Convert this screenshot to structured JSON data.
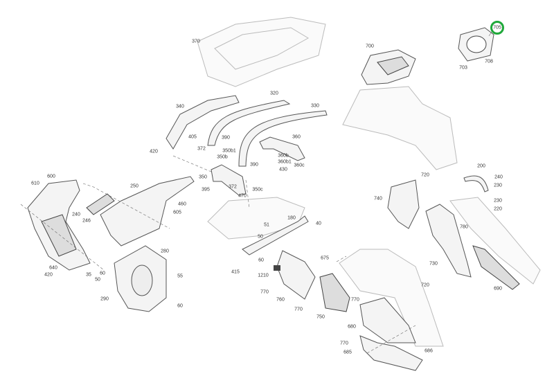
{
  "diagram": {
    "highlighted_part": "705",
    "highlight_color": "#1fa83a",
    "callouts": [
      "370",
      "700",
      "705",
      "703",
      "708",
      "340",
      "320",
      "330",
      "405",
      "390",
      "360",
      "420",
      "372",
      "350b1",
      "350b",
      "360b",
      "360b1",
      "360c",
      "390",
      "430",
      "350",
      "395",
      "372",
      "350c",
      "470",
      "610",
      "600",
      "250",
      "240",
      "246",
      "460",
      "605",
      "280",
      "640",
      "420",
      "35",
      "60",
      "50",
      "55",
      "290",
      "60",
      "720",
      "200",
      "240",
      "230",
      "230",
      "220",
      "740",
      "780",
      "730",
      "690",
      "720",
      "686",
      "680",
      "685",
      "770",
      "180",
      "40",
      "51",
      "50",
      "60",
      "415",
      "1210",
      "675",
      "770",
      "760",
      "770",
      "750",
      "770"
    ]
  }
}
